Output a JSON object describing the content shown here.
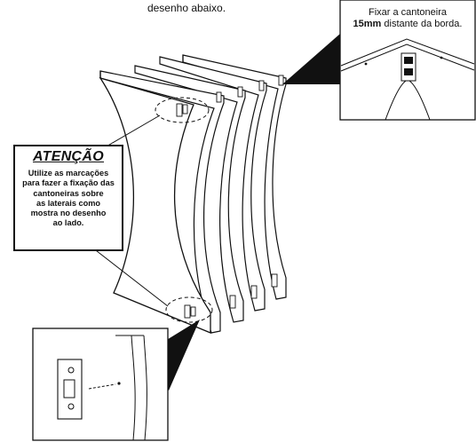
{
  "top_caption": "desenho abaixo.",
  "detail_top": {
    "line1": "Fixar a cantoneira",
    "bold": "15mm",
    "rest": " distante da borda."
  },
  "attention": {
    "title": "ATENÇÃO",
    "body_lines": [
      "Utilize as marcações",
      "para fazer a fixação das",
      "cantoneiras sobre",
      "as laterais como",
      "mostra no desenho",
      "ao lado."
    ]
  }
}
